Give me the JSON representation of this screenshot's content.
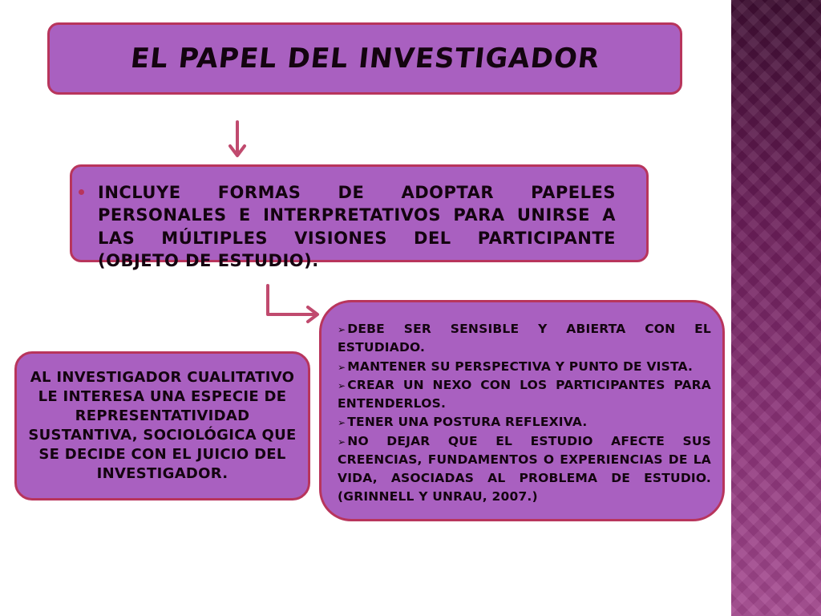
{
  "title": "El papel del investigador",
  "intro": {
    "text": "Incluye formas de adoptar papeles personales e interpretativos para unirse a las múltiples visiones del participante (objeto de estudio)."
  },
  "left_box": {
    "text": "Al investigador cualitativo le interesa una especie de representatividad sustantiva, sociológica que se decide con el juicio del investigador."
  },
  "right_box": {
    "bullet_glyph": "➢",
    "items": [
      "Debe ser sensible y abierta con el estudiado.",
      "Mantener su perspectiva y punto de vista.",
      "Crear un nexo con los participantes para entenderlos.",
      "Tener una postura reflexiva.",
      "No dejar que el estudio afecte sus creencias, fundamentos o experiencias de la vida, asociadas al problema de estudio. (Grinnell y Unrau, 2007.)"
    ]
  },
  "colors": {
    "box_fill": "#a960c0",
    "box_border": "#b8355c",
    "arrow": "#c04a6e",
    "side_band": "#6a1d58"
  }
}
